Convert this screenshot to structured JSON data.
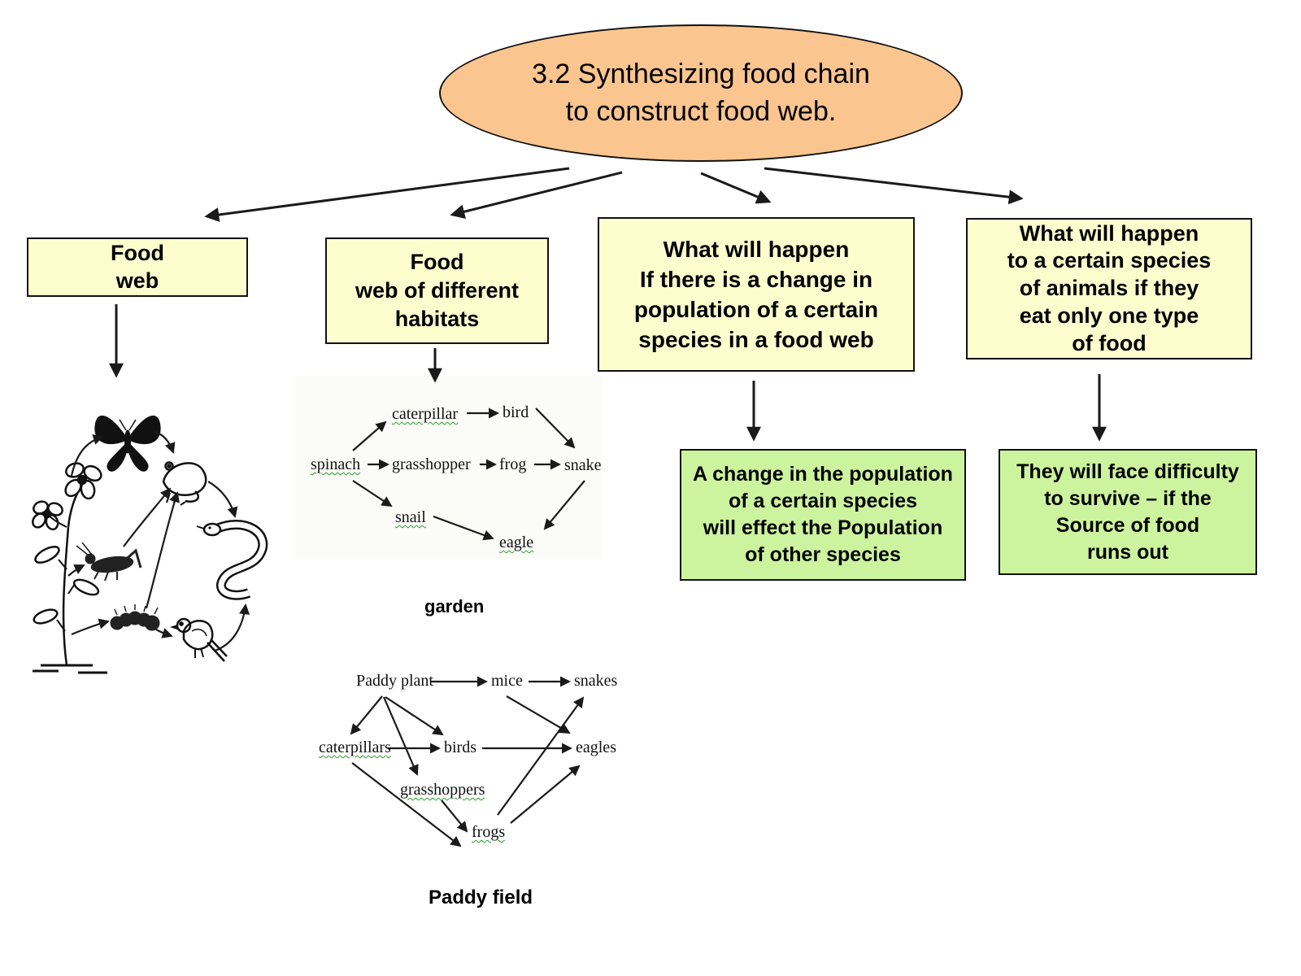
{
  "title": {
    "lines": [
      "3.2 Synthesizing food chain",
      "to construct food web."
    ],
    "fill": "#FBC58F"
  },
  "colors": {
    "topic_box_fill": "#FDFDCE",
    "result_box_fill": "#CCF49E",
    "border": "#111111",
    "arrow": "#1a1a1a",
    "spellcheck_squiggle": "#2E9E2E"
  },
  "topics": [
    {
      "lines": [
        "Food",
        "web"
      ]
    },
    {
      "lines": [
        "Food",
        "web of different",
        "habitats"
      ]
    },
    {
      "lines": [
        "What will happen",
        "If there is a change in",
        "population of a certain",
        "species in a food web"
      ]
    },
    {
      "lines": [
        "What will happen",
        "to a certain species",
        "of animals if they",
        "eat only one type",
        "of food"
      ]
    }
  ],
  "results": [
    {
      "lines": [
        "A change in the population",
        "of a certain species",
        "will effect the Population",
        "of other species"
      ]
    },
    {
      "lines": [
        "They will face difficulty",
        "to survive – if the",
        "Source of food",
        "runs out"
      ]
    }
  ],
  "garden": {
    "caption": "garden",
    "nodes": [
      {
        "label": "caterpillar",
        "squiggle": true
      },
      {
        "label": "bird",
        "squiggle": false
      },
      {
        "label": "spinach",
        "squiggle": true
      },
      {
        "label": "grasshopper",
        "squiggle": false
      },
      {
        "label": "frog",
        "squiggle": false
      },
      {
        "label": "snake",
        "squiggle": false
      },
      {
        "label": "snail",
        "squiggle": true
      },
      {
        "label": "eagle",
        "squiggle": true
      }
    ],
    "edges": [
      "spinach → caterpillar",
      "caterpillar → bird",
      "bird → snake",
      "spinach → grasshopper",
      "grasshopper → frog",
      "frog → snake",
      "spinach → snail",
      "snail → eagle",
      "snake → eagle"
    ]
  },
  "paddy": {
    "caption": "Paddy field",
    "nodes": [
      {
        "label": "Paddy plant",
        "squiggle": false
      },
      {
        "label": "mice",
        "squiggle": false
      },
      {
        "label": "snakes",
        "squiggle": false
      },
      {
        "label": "caterpillars",
        "squiggle": true
      },
      {
        "label": "birds",
        "squiggle": false
      },
      {
        "label": "eagles",
        "squiggle": false
      },
      {
        "label": "grasshoppers",
        "squiggle": true
      },
      {
        "label": "frogs",
        "squiggle": true
      }
    ],
    "edges": [
      "Paddy plant → mice",
      "mice → snakes",
      "Paddy plant → caterpillars",
      "Paddy plant → birds",
      "Paddy plant → grasshoppers",
      "caterpillars → birds",
      "birds → eagles",
      "mice → eagles",
      "grasshoppers → frogs",
      "caterpillars → frogs",
      "frogs → snakes",
      "frogs → eagles"
    ]
  },
  "pictorial": {
    "organisms": [
      "flowering plant",
      "butterfly",
      "frog",
      "snake",
      "grasshopper",
      "caterpillar",
      "bird"
    ],
    "edges": [
      "plant → butterfly",
      "butterfly → frog",
      "frog → snake",
      "plant → grasshopper",
      "grasshopper → frog",
      "plant → caterpillar",
      "caterpillar → frog",
      "caterpillar → bird",
      "bird → snake"
    ]
  }
}
